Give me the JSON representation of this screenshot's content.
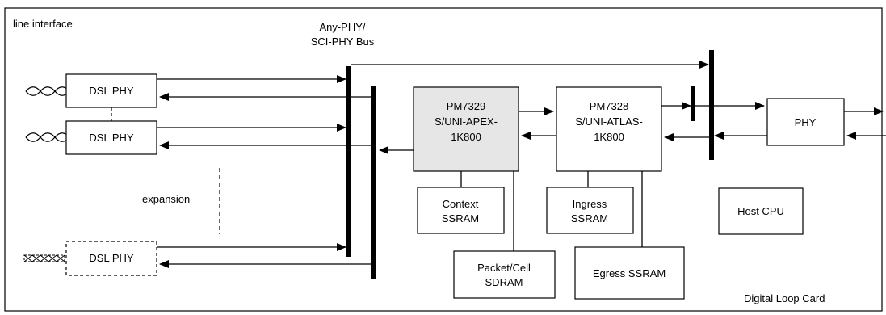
{
  "labels": {
    "line_interface": "line interface",
    "bus_line1": "Any-PHY/",
    "bus_line2": "SCI-PHY Bus",
    "dsl_phy_1": "DSL PHY",
    "dsl_phy_2": "DSL PHY",
    "dsl_phy_3": "DSL PHY",
    "expansion": "expansion",
    "apex_line1": "PM7329",
    "apex_line2": "S/UNI-APEX-",
    "apex_line3": "1K800",
    "atlas_line1": "PM7328",
    "atlas_line2": "S/UNI-ATLAS-",
    "atlas_line3": "1K800",
    "context_line1": "Context",
    "context_line2": "SSRAM",
    "ingress_line1": "Ingress",
    "ingress_line2": "SSRAM",
    "packet_line1": "Packet/Cell",
    "packet_line2": "SDRAM",
    "egress": "Egress SSRAM",
    "host_cpu": "Host CPU",
    "phy": "PHY",
    "card": "Digital Loop Card"
  },
  "colors": {
    "apex_fill": "#e6e6e6",
    "stroke": "#000000"
  }
}
